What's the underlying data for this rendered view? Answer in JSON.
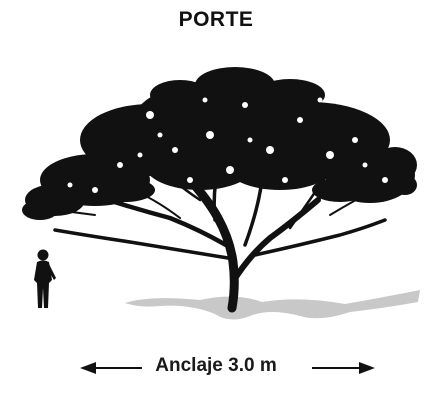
{
  "header": {
    "title": "PORTE"
  },
  "illustration": {
    "tree_icon": "tree-silhouette",
    "person_icon": "person-silhouette",
    "colors": {
      "foliage": "#111111",
      "ground_shadow": "#c8c8c8",
      "background": "#ffffff"
    }
  },
  "dimension": {
    "label": "Anclaje 3.0 m",
    "arrow_color": "#111111"
  }
}
